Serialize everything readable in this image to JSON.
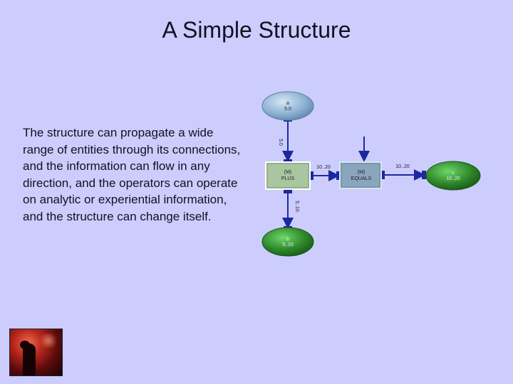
{
  "slide": {
    "title": "A Simple Structure",
    "body": "The structure can propagate a wide range of entities through its connections, and the information can flow in any direction, and the operators can operate on analytic or experiential information, and the structure can change itself."
  },
  "diagram": {
    "nodes": {
      "a": {
        "name": "a",
        "value": "5.0"
      },
      "plus": {
        "id": "(M)",
        "op": "PLUS"
      },
      "equals": {
        "id": "(M)",
        "op": "EQUALS"
      },
      "c": {
        "name": "c",
        "value": "10..20"
      },
      "b": {
        "name": "b",
        "value": "5..10"
      }
    },
    "edges": {
      "a_to_plus": "5.0",
      "plus_to_b": "5..10",
      "plus_to_equals": "10..20",
      "equals_to_c": "10..20"
    },
    "colors": {
      "input_node": "#8fb4d4",
      "output_node": "#2f8a2c",
      "operator_box": "#a9c6a0",
      "equals_box": "#8aa6bd",
      "edge": "#1c28a0"
    }
  },
  "thumbnail": {
    "icon": "horsehead-nebula-image"
  }
}
